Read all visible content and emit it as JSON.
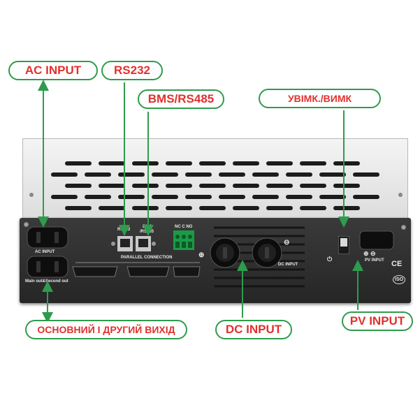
{
  "callouts": {
    "ac_input": "AC INPUT",
    "rs232": "RS232",
    "bms_rs485": "BMS/RS485",
    "power_switch": "УВІМК./ВИМК",
    "outputs": "ОСНОВНИЙ І ДРУГИЙ ВИХІД",
    "dc_input": "DC INPUT",
    "pv_input": "PV INPUT"
  },
  "panel_labels": {
    "ac_input": "AC INPUT",
    "main_second_out": "Main out&Second out",
    "rs232": "RS232",
    "bms": "BMS",
    "rs485": "/RS485",
    "nc_c_no": "NC  C  NO",
    "parallel": "PARALLEL CONNECTION",
    "dc_input": "DC INPUT",
    "pv_input": "PV INPUT",
    "ce": "CE",
    "iso": "ISO"
  },
  "colors": {
    "callout_border": "#2e9c4c",
    "callout_text": "#e0312f",
    "arrow": "#2e9c4c"
  }
}
